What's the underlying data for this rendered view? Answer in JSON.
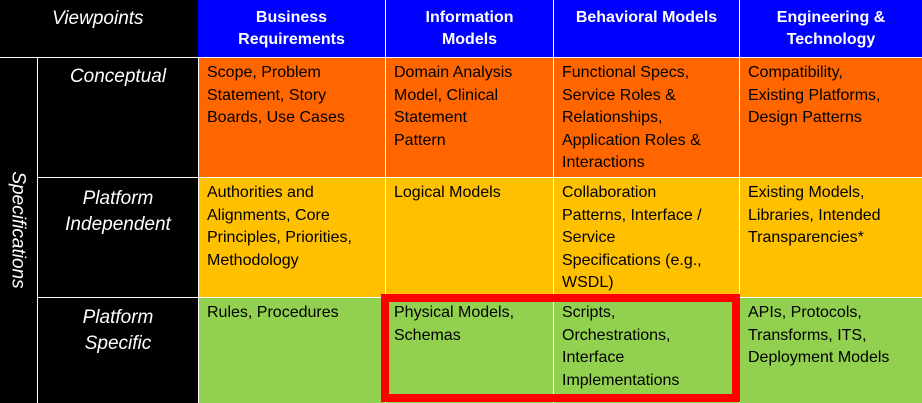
{
  "corner_label": "Viewpoints",
  "side_label": "Specifications",
  "columns": [
    "Business\nRequirements",
    "Information\nModels",
    "Behavioral Models",
    "Engineering &\nTechnology"
  ],
  "rows": [
    {
      "label": "Conceptual",
      "cells": [
        "Scope, Problem\nStatement, Story\nBoards, Use Cases",
        "Domain Analysis\nModel, Clinical\nStatement\nPattern",
        "Functional Specs,\nService Roles &\nRelationships,\nApplication Roles &\nInteractions",
        "Compatibility,\nExisting Platforms,\nDesign Patterns"
      ]
    },
    {
      "label": "Platform\nIndependent",
      "cells": [
        "Authorities and\nAlignments,  Core\nPrinciples, Priorities,\nMethodology",
        "Logical Models",
        "Collaboration\nPatterns, Interface /\nService\nSpecifications  (e.g.,\nWSDL)",
        "Existing Models,\nLibraries, Intended\nTransparencies*"
      ]
    },
    {
      "label": "Platform\nSpecific",
      "cells": [
        "Rules, Procedures",
        "Physical Models,\nSchemas",
        "Scripts,\nOrchestrations,\nInterface\nImplementations",
        "APIs, Protocols,\nTransforms, ITS,\nDeployment Models"
      ]
    }
  ],
  "colors": {
    "header": "#0000ff",
    "conceptual_row": "#ff6600",
    "independent_row": "#ffc000",
    "specific_row": "#92d050",
    "highlight_border": "#ff0000"
  }
}
